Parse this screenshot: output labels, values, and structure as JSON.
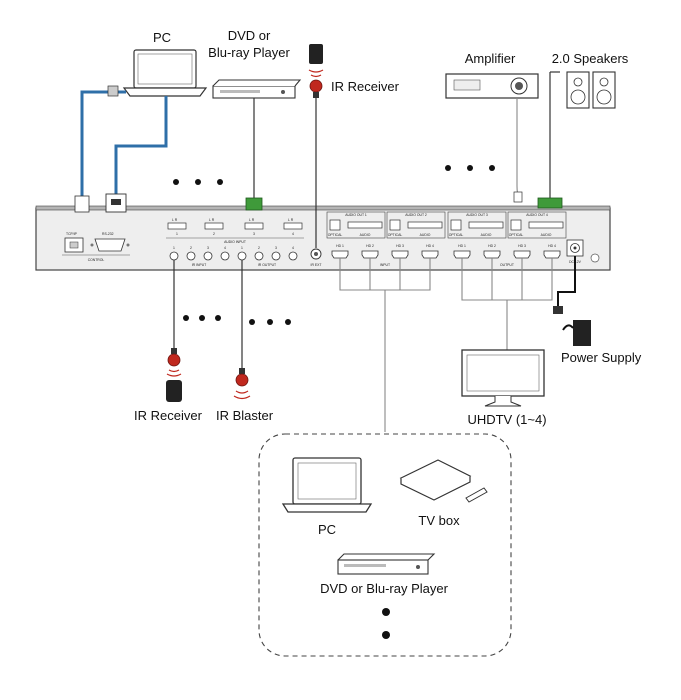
{
  "devices": {
    "pc_top": "PC",
    "dvd_top_line1": "DVD or",
    "dvd_top_line2": "Blu-ray Player",
    "ir_receiver_top": "IR Receiver",
    "amplifier": "Amplifier",
    "speakers": "2.0 Speakers",
    "power_supply": "Power Supply",
    "uhdtv": "UHDTV (1~4)",
    "ir_receiver_bottom": "IR Receiver",
    "ir_blaster": "IR Blaster",
    "pc_sources": "PC",
    "tv_box": "TV box",
    "dvd_sources": "DVD or Blu-ray Player"
  },
  "panel": {
    "tcpip": "TCP/IP",
    "rs232": "RS-232",
    "control": "CONTROL",
    "audio_input": "AUDIO INPUT",
    "ir_input": "IR INPUT",
    "ir_output": "IR OUTPUT",
    "ir_ext": "IR EXT",
    "input": "INPUT",
    "output": "OUTPUT",
    "dc": "DC 12V",
    "optical": "OPTICAL",
    "audio": "AUDIO",
    "audio_out": [
      "AUDIO OUT 1",
      "AUDIO OUT 2",
      "AUDIO OUT 3",
      "AUDIO OUT 4"
    ],
    "audio_in_nums": [
      "1",
      "2",
      "3",
      "4"
    ],
    "ir_in_nums": [
      "1",
      "2",
      "3",
      "4"
    ],
    "ir_out_nums": [
      "1",
      "2",
      "3",
      "4"
    ],
    "hdmi_in": [
      "HD 1",
      "HD 2",
      "HD 3",
      "HD 4"
    ],
    "hdmi_out": [
      "HD 1",
      "HD 2",
      "HD 3",
      "HD 4"
    ],
    "lr": "L  R"
  },
  "colors": {
    "network_cable": "#2f6fa8",
    "terminal_green": "#3f9a3a",
    "ir_red": "#c0281e",
    "panel_fill": "#eeeeee",
    "line": "#333333"
  }
}
